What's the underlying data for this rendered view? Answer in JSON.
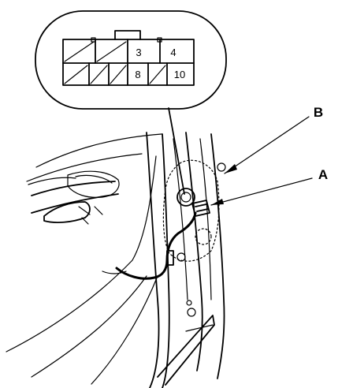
{
  "connector": {
    "pins_top": [
      "3",
      "4"
    ],
    "pins_bottom": [
      "8",
      "10"
    ]
  },
  "callouts": {
    "a": "A",
    "b": "B"
  }
}
